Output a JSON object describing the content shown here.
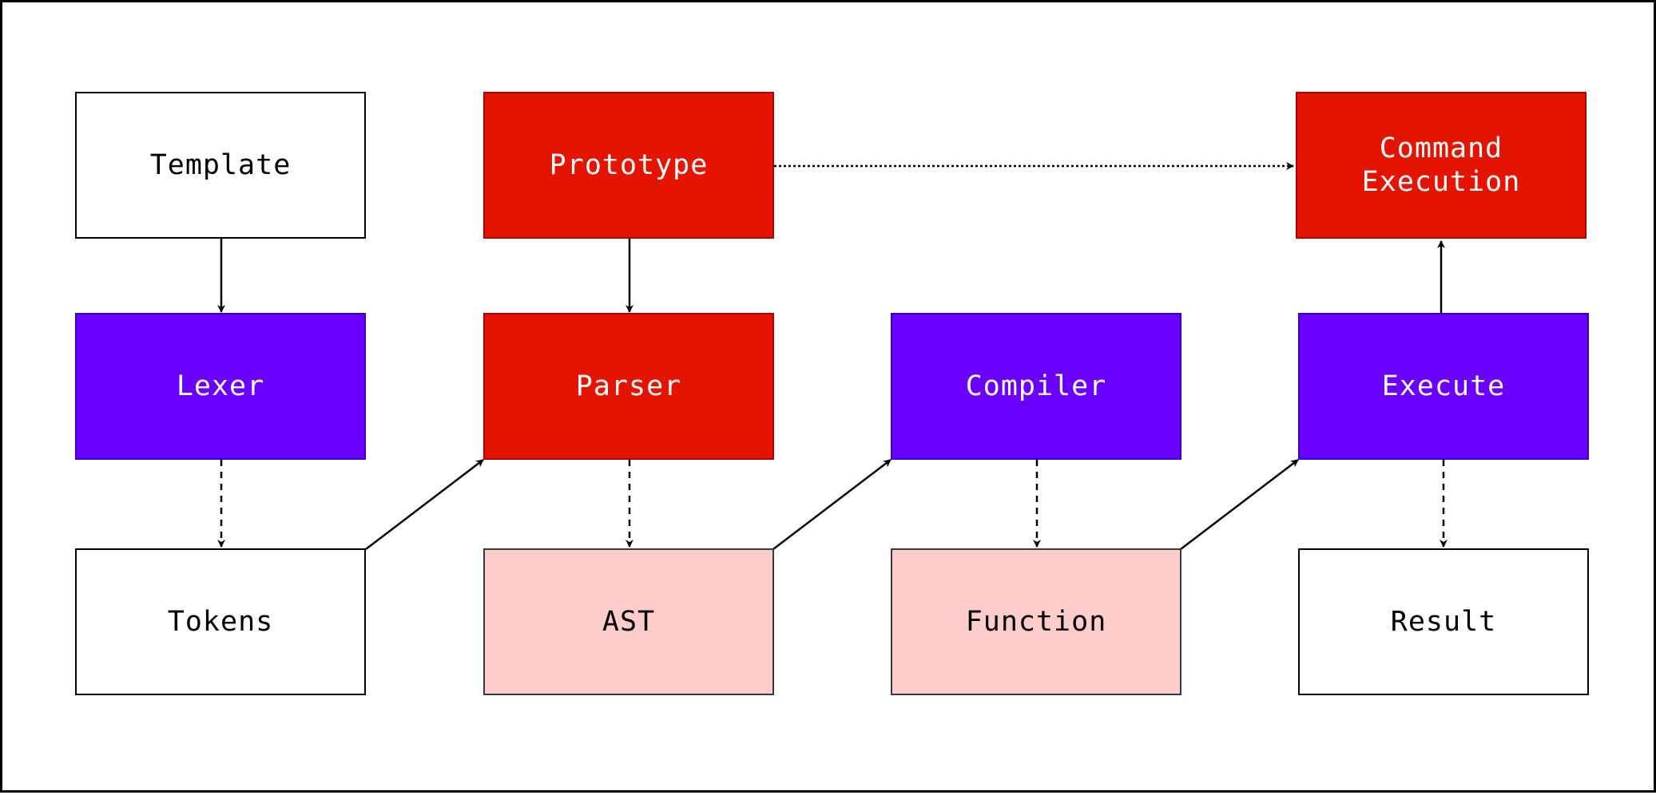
{
  "diagram": {
    "nodes": {
      "template": "Template",
      "prototype": "Prototype",
      "command_execution_line1": "Command",
      "command_execution_line2": "Execution",
      "lexer": "Lexer",
      "parser": "Parser",
      "compiler": "Compiler",
      "execute": "Execute",
      "tokens": "Tokens",
      "ast": "AST",
      "function": "Function",
      "result": "Result"
    },
    "colors": {
      "red_fill": "#e51400",
      "purple_fill": "#6a00ff",
      "pink_fill": "#ffcccc",
      "line": "#000000"
    },
    "edges": [
      {
        "from": "template",
        "to": "lexer",
        "style": "solid"
      },
      {
        "from": "prototype",
        "to": "parser",
        "style": "solid"
      },
      {
        "from": "prototype",
        "to": "command_execution",
        "style": "dotted"
      },
      {
        "from": "execute",
        "to": "command_execution",
        "style": "solid"
      },
      {
        "from": "lexer",
        "to": "tokens",
        "style": "dashed"
      },
      {
        "from": "parser",
        "to": "ast",
        "style": "dashed"
      },
      {
        "from": "compiler",
        "to": "function",
        "style": "dashed"
      },
      {
        "from": "execute",
        "to": "result",
        "style": "dashed"
      },
      {
        "from": "tokens",
        "to": "parser",
        "style": "solid"
      },
      {
        "from": "ast",
        "to": "compiler",
        "style": "solid"
      },
      {
        "from": "function",
        "to": "execute",
        "style": "solid"
      }
    ]
  }
}
